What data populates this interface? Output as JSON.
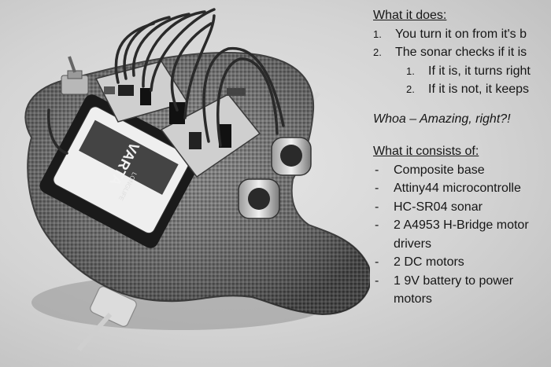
{
  "photo": {
    "battery_brand": "VARTA",
    "battery_subtext": "LONGLIFE"
  },
  "text": {
    "heading_does": "What it does:",
    "does_items": [
      {
        "num": "1.",
        "text": "You turn it on from it's b"
      },
      {
        "num": "2.",
        "text": "The sonar checks if it is"
      }
    ],
    "does_subitems": [
      {
        "num": "1.",
        "text": "If it is, it turns right"
      },
      {
        "num": "2.",
        "text": "If it is not, it keeps"
      }
    ],
    "tagline": "Whoa – Amazing, right?!",
    "heading_consists": "What it consists of:",
    "consists_items": [
      {
        "dash": "-",
        "text": "Composite base"
      },
      {
        "dash": "-",
        "text": "Attiny44 microcontrolle"
      },
      {
        "dash": "-",
        "text": "HC-SR04 sonar"
      },
      {
        "dash": "-",
        "text": "2 A4953 H-Bridge motor",
        "cont": "drivers"
      },
      {
        "dash": "-",
        "text": "2 DC motors"
      },
      {
        "dash": "-",
        "text": "1 9V battery to power",
        "cont": "motors"
      }
    ]
  }
}
